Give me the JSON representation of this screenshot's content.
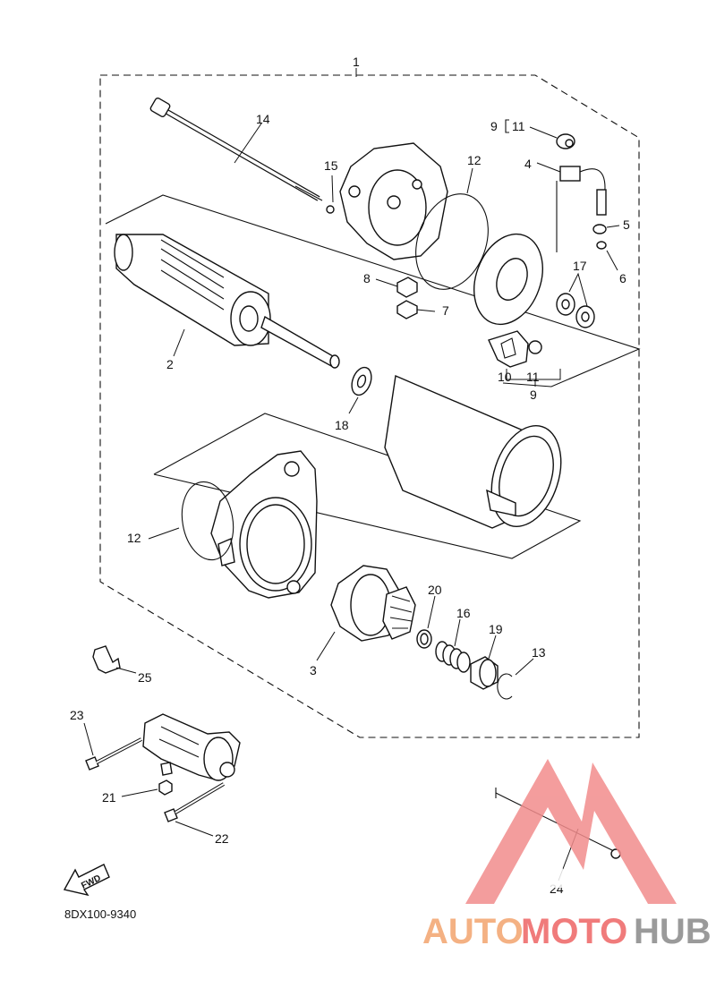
{
  "diagram": {
    "code": "8DX100-9340",
    "fwd_label": "FWD",
    "callouts": [
      {
        "id": "c1",
        "text": "1"
      },
      {
        "id": "c2",
        "text": "2"
      },
      {
        "id": "c3",
        "text": "3"
      },
      {
        "id": "c4",
        "text": "4"
      },
      {
        "id": "c5",
        "text": "5"
      },
      {
        "id": "c6",
        "text": "6"
      },
      {
        "id": "c7",
        "text": "7"
      },
      {
        "id": "c8",
        "text": "8"
      },
      {
        "id": "c9a",
        "text": "9"
      },
      {
        "id": "c9b",
        "text": "9"
      },
      {
        "id": "c10",
        "text": "10"
      },
      {
        "id": "c11a",
        "text": "11"
      },
      {
        "id": "c11b",
        "text": "11"
      },
      {
        "id": "c12a",
        "text": "12"
      },
      {
        "id": "c12b",
        "text": "12"
      },
      {
        "id": "c13",
        "text": "13"
      },
      {
        "id": "c14",
        "text": "14"
      },
      {
        "id": "c15",
        "text": "15"
      },
      {
        "id": "c16",
        "text": "16"
      },
      {
        "id": "c17",
        "text": "17"
      },
      {
        "id": "c18",
        "text": "18"
      },
      {
        "id": "c19",
        "text": "19"
      },
      {
        "id": "c20",
        "text": "20"
      },
      {
        "id": "c21",
        "text": "21"
      },
      {
        "id": "c22",
        "text": "22"
      },
      {
        "id": "c23",
        "text": "23"
      },
      {
        "id": "c24",
        "text": "24"
      },
      {
        "id": "c25",
        "text": "25"
      }
    ]
  },
  "watermark": {
    "part1": "AUTO",
    "part2": "MOTO",
    "part3": "HUB",
    "color_orange": "#f4b183",
    "color_red": "#f07b7b",
    "color_gray": "#9a9a9a"
  }
}
